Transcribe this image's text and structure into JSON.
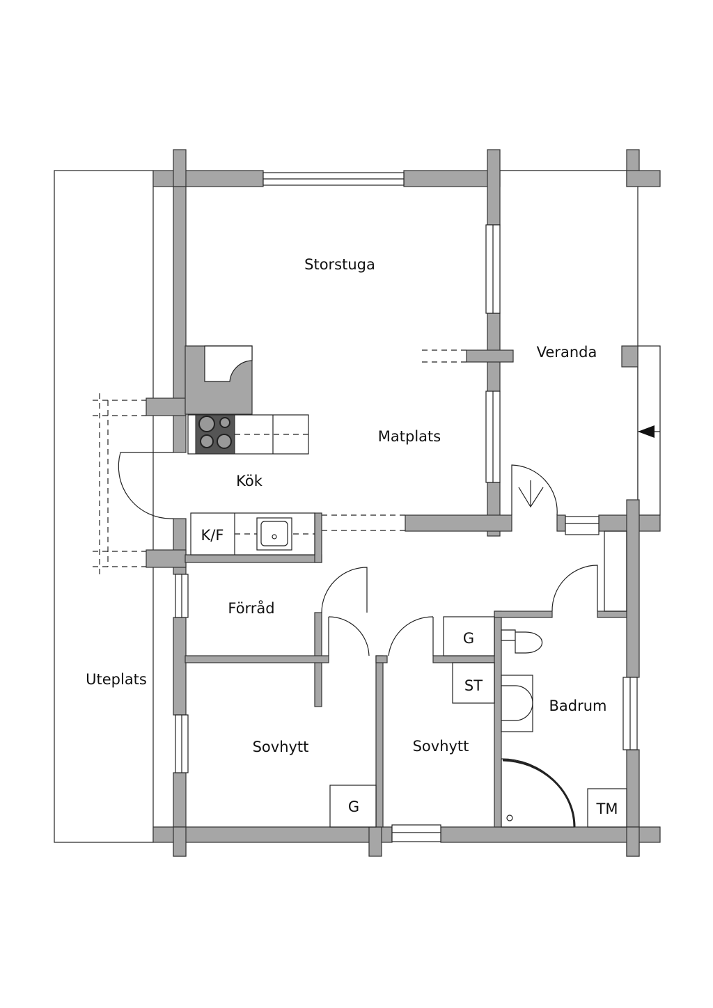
{
  "rooms": {
    "storstuga": "Storstuga",
    "veranda": "Veranda",
    "matplats": "Matplats",
    "kok": "Kök",
    "forrad": "Förråd",
    "uteplats": "Uteplats",
    "sovhytt_1": "Sovhytt",
    "sovhytt_2": "Sovhytt",
    "badrum": "Badrum"
  },
  "fixtures": {
    "fridge_freezer": "K/F",
    "wardrobe_hall": "G",
    "wardrobe_bedroom": "G",
    "st": "ST",
    "tm": "TM"
  },
  "colors": {
    "wall": "#a6a6a6",
    "stove": "#555555",
    "line": "#222222"
  }
}
